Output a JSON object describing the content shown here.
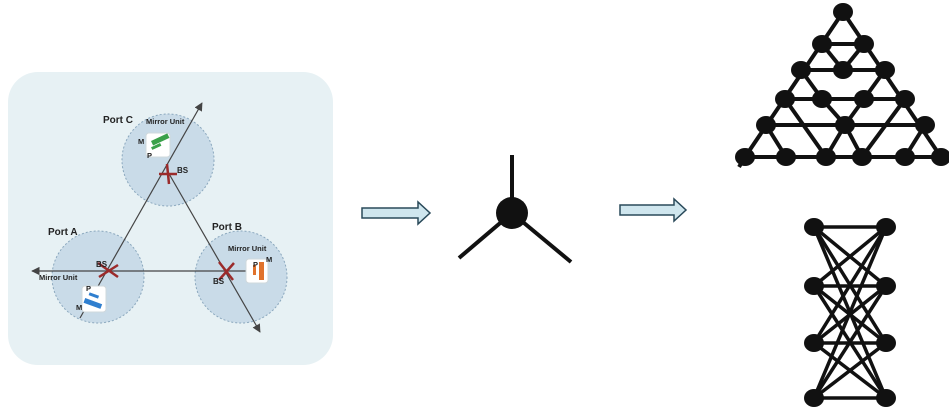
{
  "ports": {
    "port_c": {
      "label": "Port C",
      "mirror_unit": "Mirror Unit",
      "bs": "BS",
      "m": "M",
      "p": "P"
    },
    "port_a": {
      "label": "Port A",
      "mirror_unit": "Mirror Unit",
      "bs": "BS",
      "m": "M",
      "p": "P"
    },
    "port_b": {
      "label": "Port B",
      "mirror_unit": "Mirror Unit",
      "bs": "BS",
      "m": "M",
      "p": "P"
    }
  },
  "colors": {
    "panel_bg": "#e7f1f4",
    "circle_fill": "#c9dbe8",
    "circle_stroke": "#8aa7bd",
    "beam": "#444444",
    "beamsplitter": "#9b2b2b",
    "mirror_green": "#3aa14a",
    "mirror_blue": "#2f7fcf",
    "mirror_orange": "#e0722c",
    "arrow_fill": "#cfe6ee",
    "arrow_stroke": "#2a4a5a",
    "network": "#111111"
  },
  "icons": {
    "process_arrow": "right-block-arrow",
    "junction": "three-way-junction",
    "sierpinski": "sierpinski-triangle-graph",
    "bipartite": "complete-bipartite-graph"
  }
}
